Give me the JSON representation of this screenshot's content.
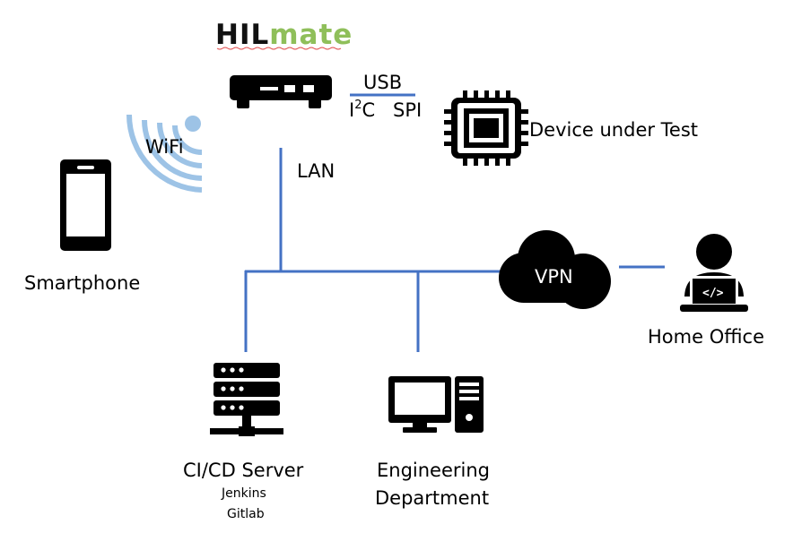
{
  "logo": {
    "brand_prefix": "HIL",
    "brand_suffix": "mate",
    "prefix_color": "#111111",
    "suffix_color": "#8fbf5a"
  },
  "colors": {
    "wire": "#4472c4",
    "wifi": "#9dc3e6",
    "icon": "#000000"
  },
  "labels": {
    "usb": "USB",
    "i2c_base": "I",
    "i2c_sup": "2",
    "i2c_tail": "C",
    "spi": "SPI",
    "device_under_test": "Device under Test",
    "wifi": "WiFi",
    "lan": "LAN",
    "smartphone": "Smartphone",
    "vpn": "VPN",
    "home_office": "Home Office",
    "code_glyph": "</>",
    "cicd_server": "CI/CD Server",
    "jenkins": "Jenkins",
    "gitlab": "Gitlab",
    "engineering_line1": "Engineering",
    "engineering_line2": "Department"
  },
  "icons": [
    "hilmate-box-icon",
    "chip-icon",
    "wifi-icon",
    "smartphone-icon",
    "cloud-icon",
    "developer-icon",
    "server-icon",
    "desktop-computer-icon"
  ]
}
